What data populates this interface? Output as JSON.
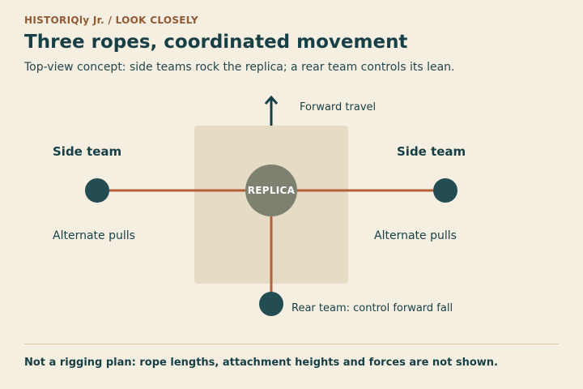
{
  "header": {
    "kicker": "HISTORIQly Jr. / LOOK CLOSELY",
    "title": "Three ropes, coordinated movement",
    "subtitle": "Top-view concept: side teams rock the replica; a rear team controls its lean."
  },
  "diagram": {
    "forward_label": "Forward travel",
    "replica_label": "REPLICA",
    "left_team": {
      "title": "Side team",
      "note": "Alternate pulls"
    },
    "right_team": {
      "title": "Side team",
      "note": "Alternate pulls"
    },
    "rear_team": {
      "note": "Rear team: control forward fall"
    }
  },
  "colors": {
    "background": "#f5efe1",
    "platform": "#e6dcc6",
    "rope": "#b5603a",
    "team_node": "#234d52",
    "replica": "#7d8170",
    "text": "#173f46",
    "kicker": "#8f5a34"
  },
  "footer": {
    "note": "Not a rigging plan: rope lengths, attachment heights and forces are not shown."
  }
}
